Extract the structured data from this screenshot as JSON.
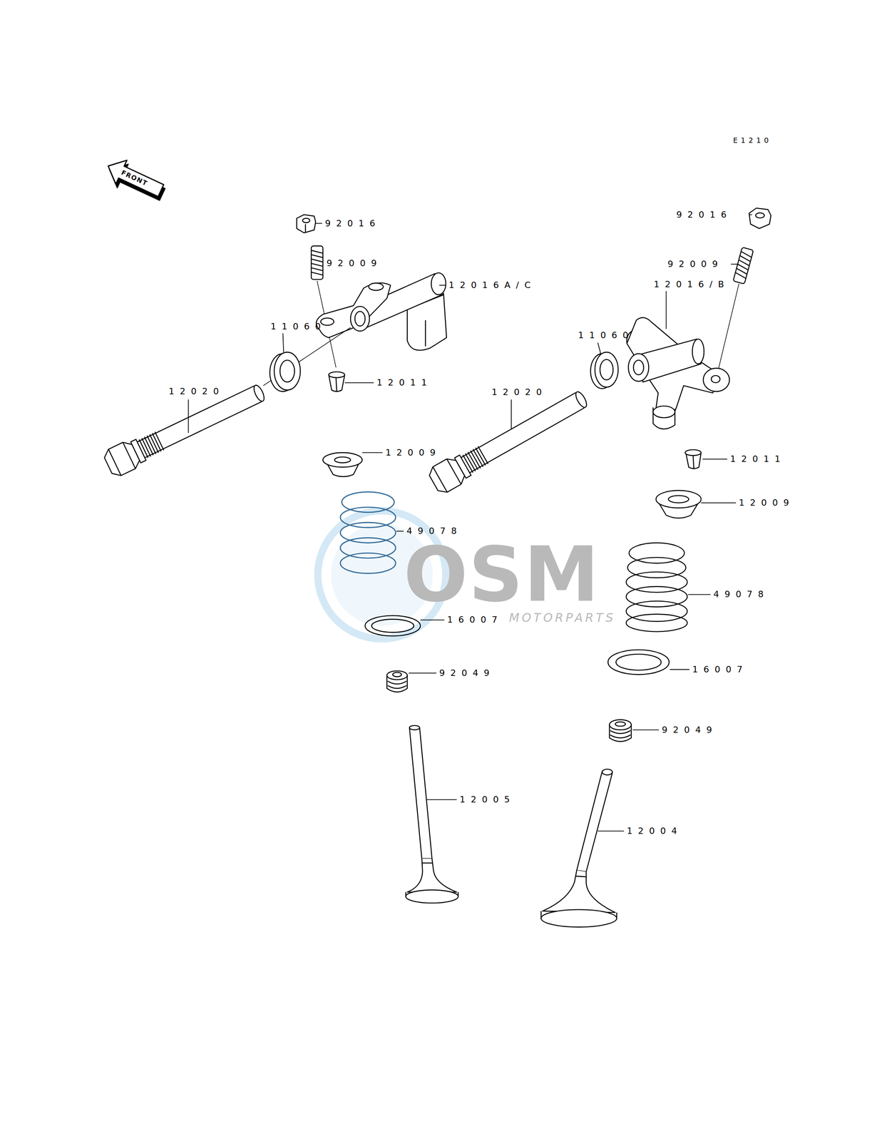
{
  "diagram": {
    "labels": [
      "E1210",
      "FRONT",
      "92016",
      "92009",
      "12016A/C",
      "11060",
      "12020",
      "12011",
      "12009",
      "49078",
      "16007",
      "92049",
      "12005",
      "92016",
      "92009",
      "12016/B",
      "11060",
      "12020",
      "12011",
      "12009",
      "49078",
      "16007",
      "92049",
      "12004",
      "OSM",
      "MOTORPARTS"
    ]
  }
}
